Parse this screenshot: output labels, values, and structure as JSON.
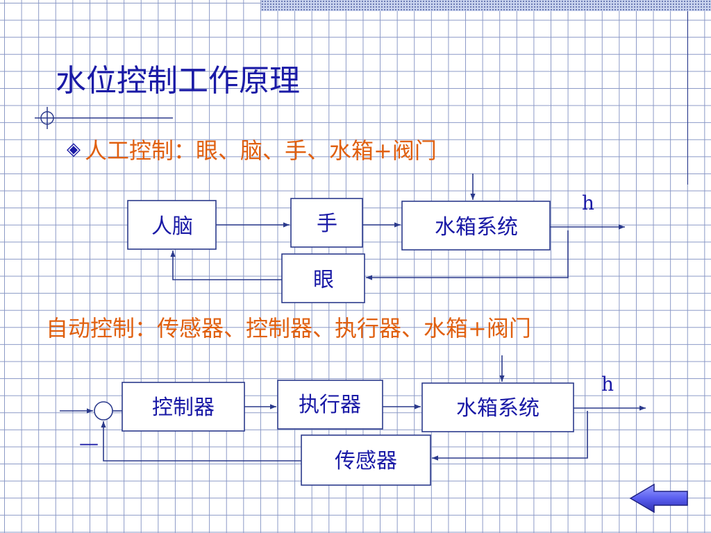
{
  "title": "水位控制工作原理",
  "bullet_icon": "◈",
  "manual": {
    "label": "人工控制：眼、脑、手、水箱+阀门",
    "blocks": {
      "brain": "人脑",
      "hand": "手",
      "tank": "水箱系统",
      "eye": "眼"
    },
    "output": "h"
  },
  "automatic": {
    "label": "自动控制：传感器、控制器、执行器、水箱+阀门",
    "blocks": {
      "controller": "控制器",
      "actuator": "执行器",
      "tank": "水箱系统",
      "sensor": "传感器"
    },
    "output": "h",
    "feedback_sign": "—"
  },
  "icons": {
    "back": "back-arrow-icon",
    "bullet": "diamond-bullet-icon"
  },
  "colors": {
    "title": "#1a1aa6",
    "heading": "#e06010",
    "grid": "#8a98c6",
    "line": "#2b3a8c",
    "block_border": "#2b3a8c"
  }
}
